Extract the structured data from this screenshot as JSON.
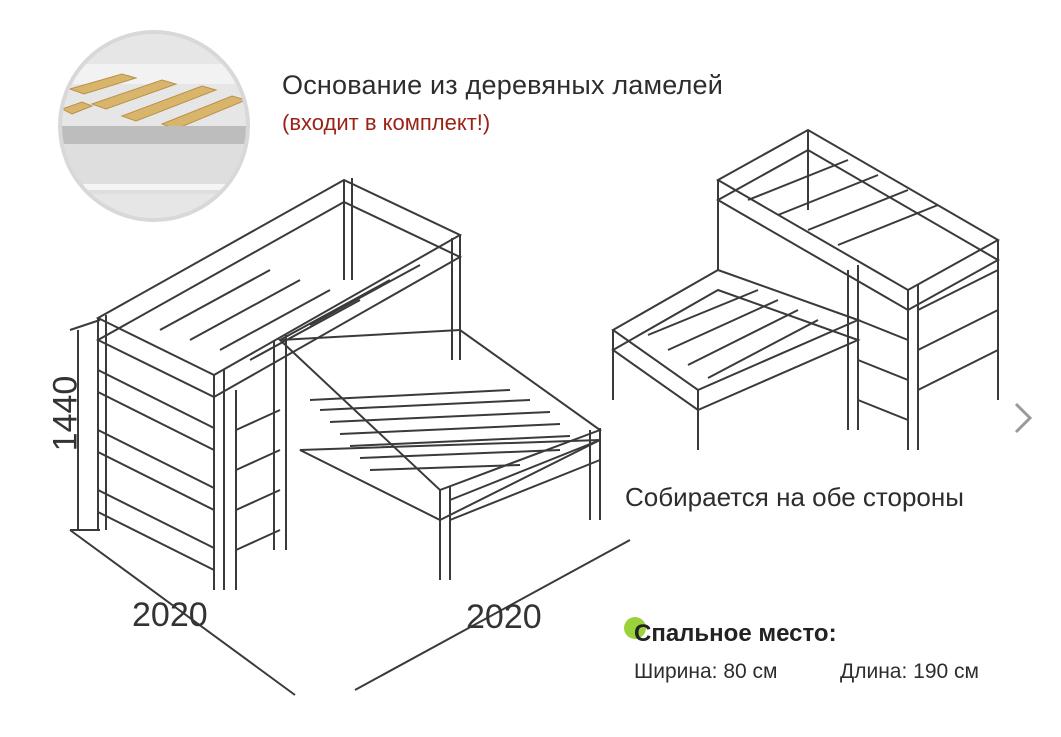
{
  "header": {
    "title": "Основание из деревяных ламелей",
    "subtitle": "(входит в комплект!)"
  },
  "right_caption": "Собирается на обе стороны",
  "dimensions": {
    "left": "2020",
    "right": "2020",
    "height": "1440"
  },
  "sleeping_place": {
    "title": "Спальное место:",
    "width": "Ширина: 80 см",
    "length": "Длина: 190 см"
  },
  "colors": {
    "subtitle": "#9b2316",
    "accent_dot": "#9bd13a",
    "line": "#3a3a3a"
  },
  "icons": {
    "next": "chevron-right-icon"
  }
}
